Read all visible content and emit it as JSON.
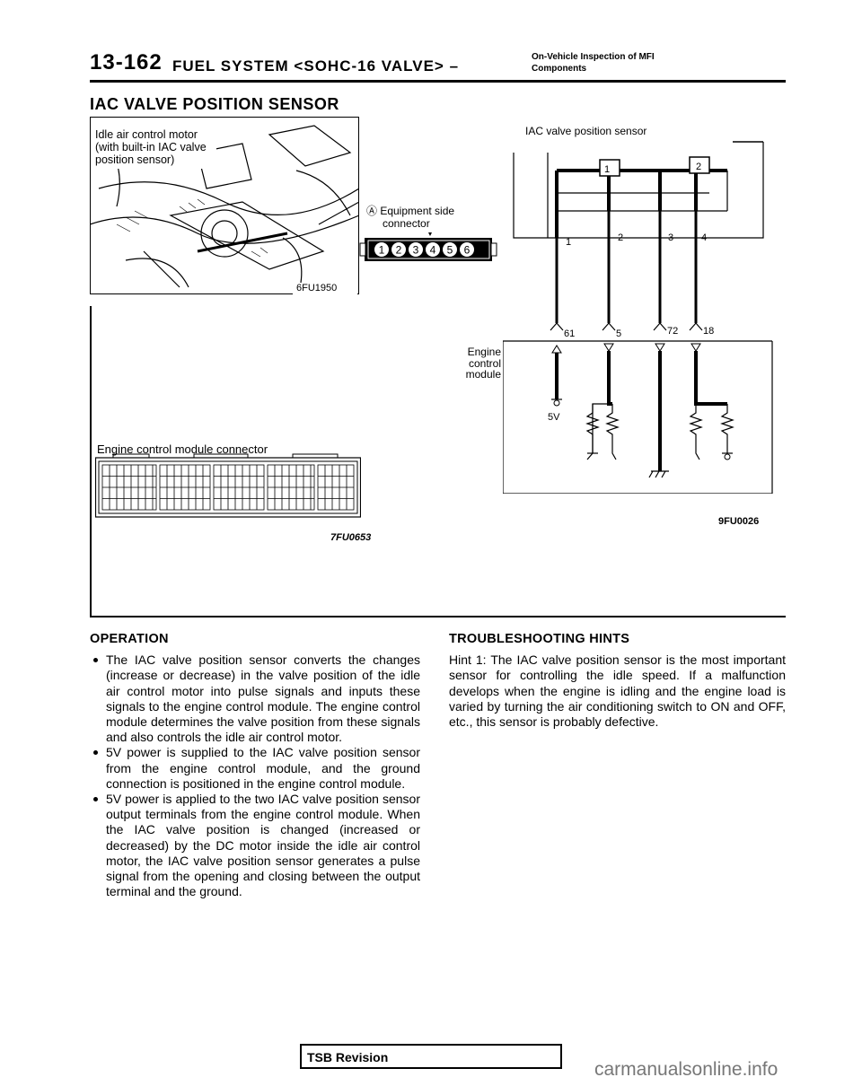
{
  "header": {
    "page_number": "13-162",
    "title": "FUEL SYSTEM <SOHC-16 VALVE> –",
    "subtitle_line1": "On-Vehicle Inspection of MFI",
    "subtitle_line2": "Components"
  },
  "section_title": "IAC VALVE POSITION SENSOR",
  "figure_left": {
    "photo_label_1": "Idle air control motor",
    "photo_label_2": "(with built-in IAC valve",
    "photo_label_3": "position sensor)",
    "photo_code": "6FU1950",
    "connector_label_1": "Ⓐ Equipment side",
    "connector_label_2": "connector",
    "connector_pins": [
      "1",
      "2",
      "3",
      "4",
      "5",
      "6"
    ],
    "ecm_connector_label": "Engine control module connector",
    "figure_code": "7FU0653"
  },
  "figure_right": {
    "sensor_label": "IAC valve position sensor",
    "sensor_pins": [
      "1",
      "2"
    ],
    "terminals": [
      "1",
      "2",
      "3",
      "4"
    ],
    "ecm_pins": [
      "61",
      "5",
      "72",
      "18"
    ],
    "ecm_label_1": "Engine",
    "ecm_label_2": "control",
    "ecm_label_3": "module",
    "voltage": "5V",
    "figure_code": "9FU0026"
  },
  "operation": {
    "heading": "OPERATION",
    "bullets": [
      "The IAC valve position sensor converts the changes (increase or decrease) in the valve position of the idle air control motor into pulse signals and inputs these signals to the engine control module. The engine control module determines the valve position from these signals and also controls the idle air control motor.",
      "5V power is supplied to the IAC valve position sensor from the engine control module, and the ground connection is positioned in the engine control module.",
      "5V power is applied to the two IAC valve position sensor output terminals from the engine control module. When the IAC valve position is changed (increased or decreased) by the DC motor inside the idle air control motor, the IAC valve position sensor generates a pulse signal from the opening and closing between the output terminal and the ground."
    ]
  },
  "troubleshooting": {
    "heading": "TROUBLESHOOTING HINTS",
    "hint": "Hint 1: The IAC valve position sensor is the most important sensor for controlling the idle speed. If a malfunction develops when the engine is idling and the engine load is varied by turning the air conditioning switch to ON and OFF, etc., this sensor is probably defective."
  },
  "footer": {
    "tsb": "TSB Revision",
    "watermark": "carmanualsonline.info"
  }
}
